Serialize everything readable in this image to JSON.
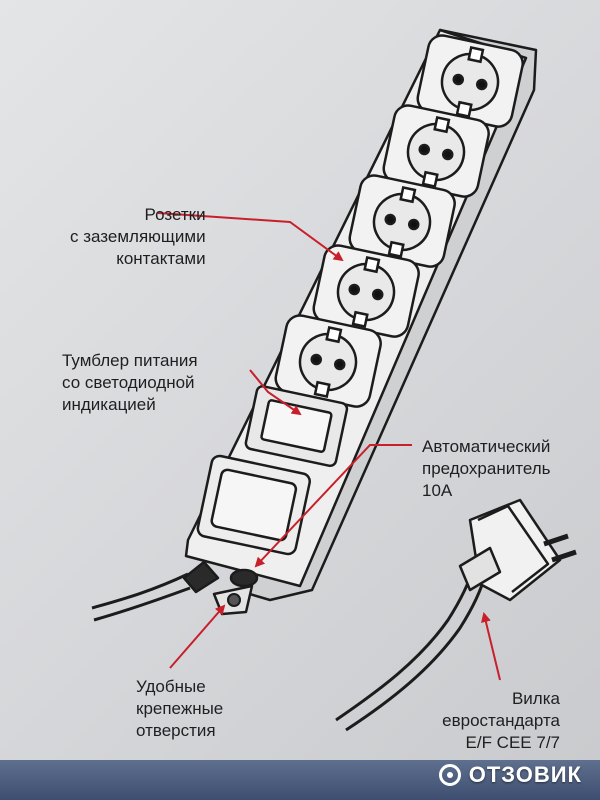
{
  "labels": {
    "sockets": [
      "Розетки",
      "с заземляющими",
      "контактами"
    ],
    "switch": [
      "Тумблер питания",
      "со светодиодной",
      "индикацией"
    ],
    "fuse": [
      "Автоматический",
      "предохранитель",
      "10A"
    ],
    "holes": [
      "Удобные",
      "крепежные",
      "отверстия"
    ],
    "plug": [
      "Вилка",
      "евростандарта",
      "E/F CEE 7/7"
    ]
  },
  "watermark": "ОТЗОВИК",
  "colors": {
    "arrow": "#c8202b",
    "line": "#1c1c1c",
    "background": "#dcdddf",
    "bottom_bar": "#4b5b7c"
  },
  "icons": [
    "power-strip-illustration",
    "euro-plug-illustration",
    "eye-logo-icon"
  ]
}
